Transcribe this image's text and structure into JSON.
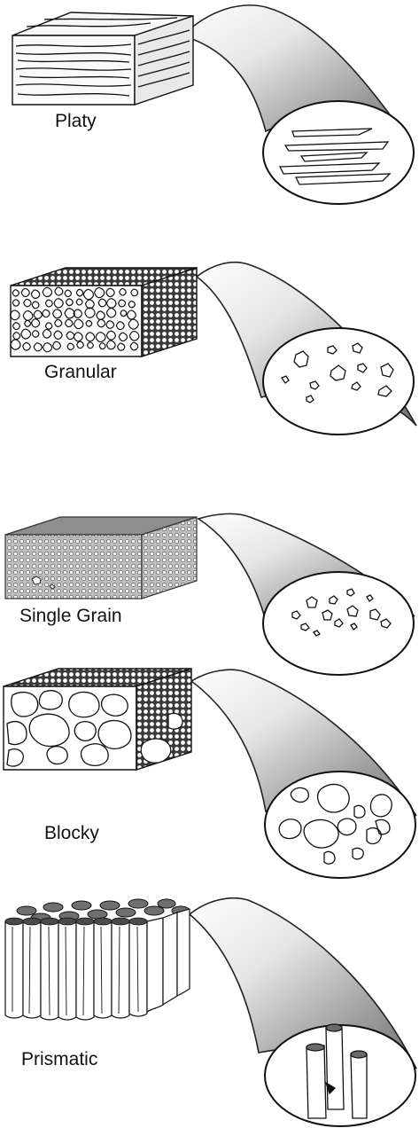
{
  "panels": [
    {
      "id": "platy",
      "label": "Platy"
    },
    {
      "id": "granular",
      "label": "Granular"
    },
    {
      "id": "single-grain",
      "label": "Single Grain"
    },
    {
      "id": "blocky",
      "label": "Blocky"
    },
    {
      "id": "prismatic",
      "label": "Prismatic"
    }
  ]
}
